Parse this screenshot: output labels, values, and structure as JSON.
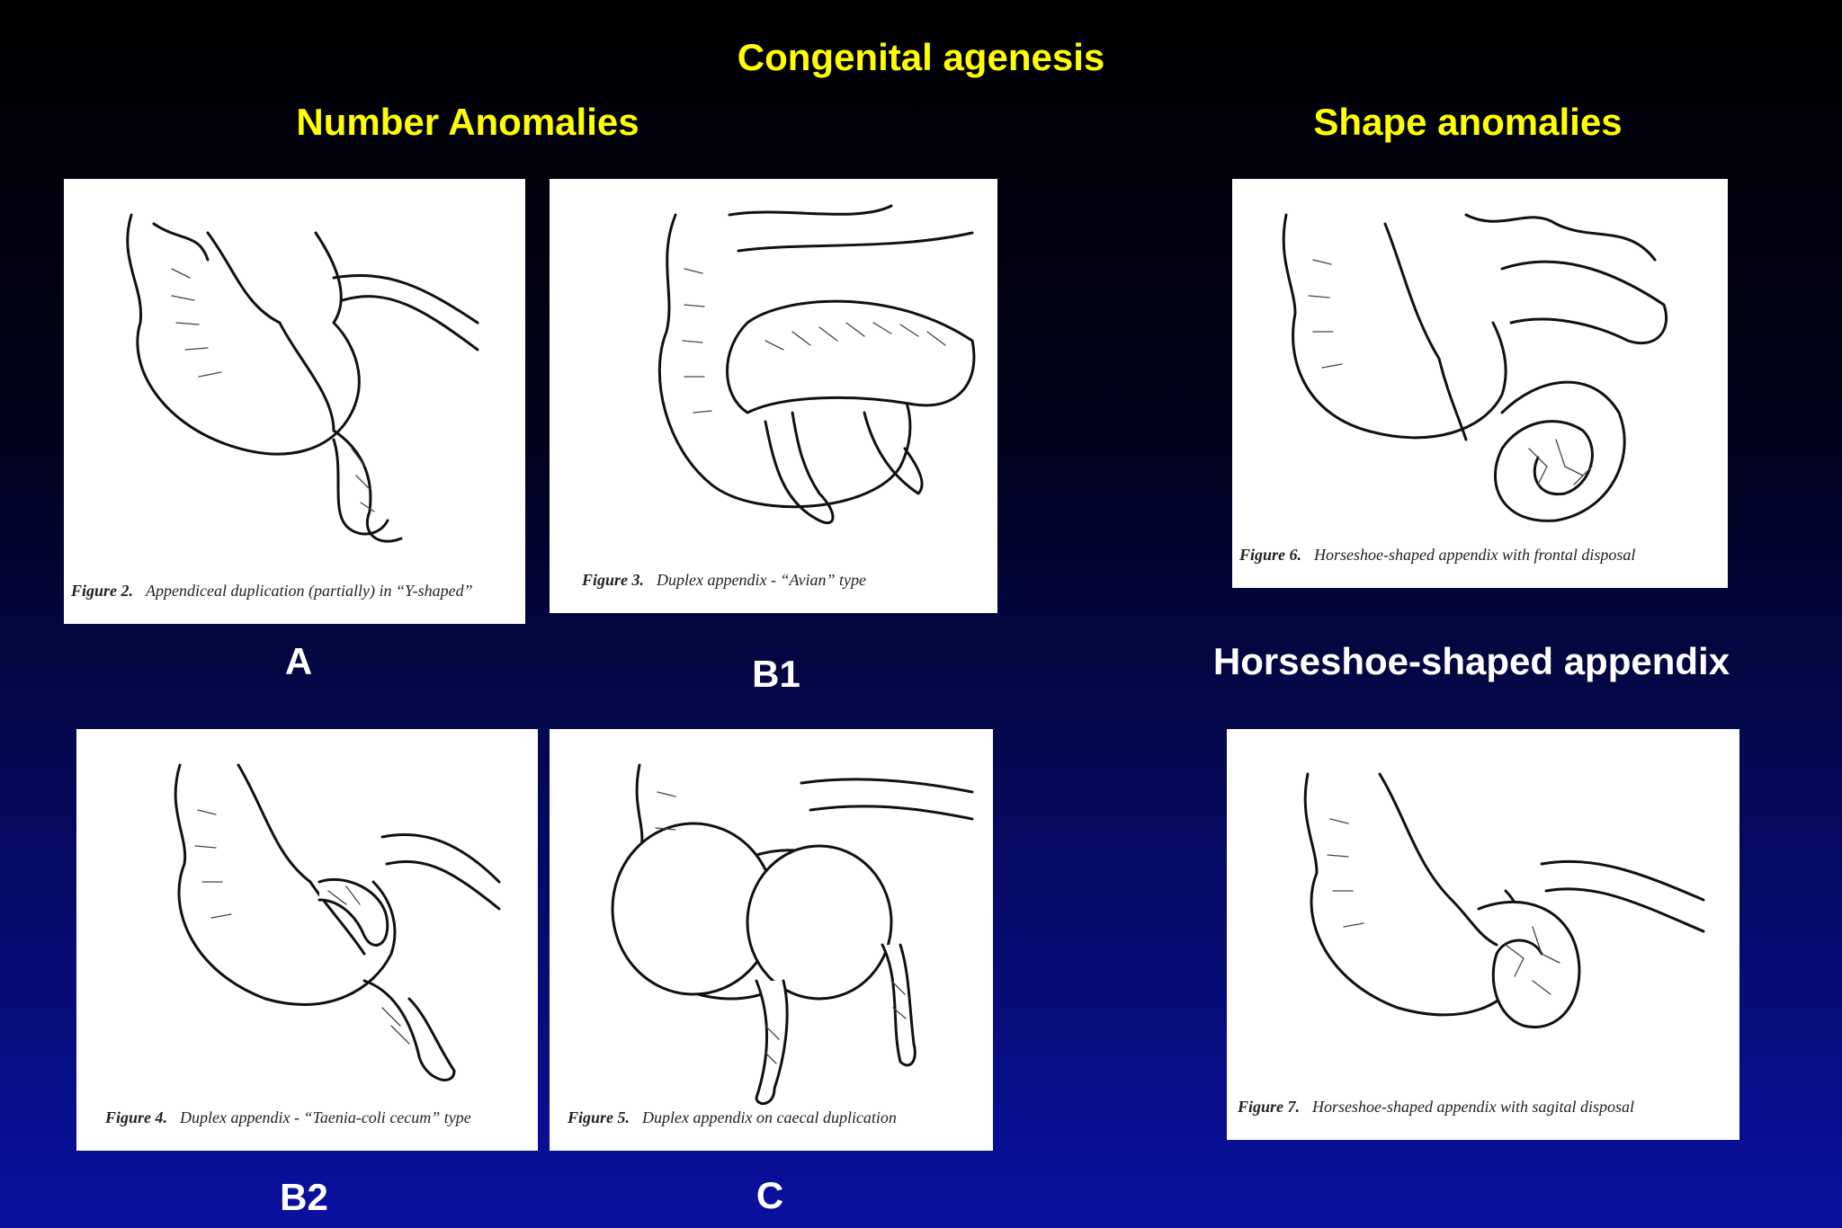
{
  "title": "Congenital agenesis",
  "sections": {
    "number": "Number Anomalies",
    "shape": "Shape anomalies"
  },
  "labels": {
    "a": "A",
    "b1": "B1",
    "b2": "B2",
    "c": "C",
    "horseshoe": "Horseshoe-shaped appendix"
  },
  "figures": {
    "fig2": {
      "num": "Figure 2.",
      "text": "Appendiceal duplication (partially) in “Y-shaped”"
    },
    "fig3": {
      "num": "Figure 3.",
      "text": "Duplex appendix - “Avian”  type"
    },
    "fig4": {
      "num": "Figure 4.",
      "text": "Duplex appendix - “Taenia-coli cecum” type"
    },
    "fig5": {
      "num": "Figure 5.",
      "text": "Duplex appendix on caecal duplication"
    },
    "fig6": {
      "num": "Figure 6.",
      "text": "Horseshoe-shaped appendix with frontal disposal"
    },
    "fig7": {
      "num": "Figure 7.",
      "text": "Horseshoe-shaped appendix with sagital disposal"
    }
  },
  "colors": {
    "heading": "#ffff00",
    "label": "#ffffff",
    "background": "#050a63"
  }
}
